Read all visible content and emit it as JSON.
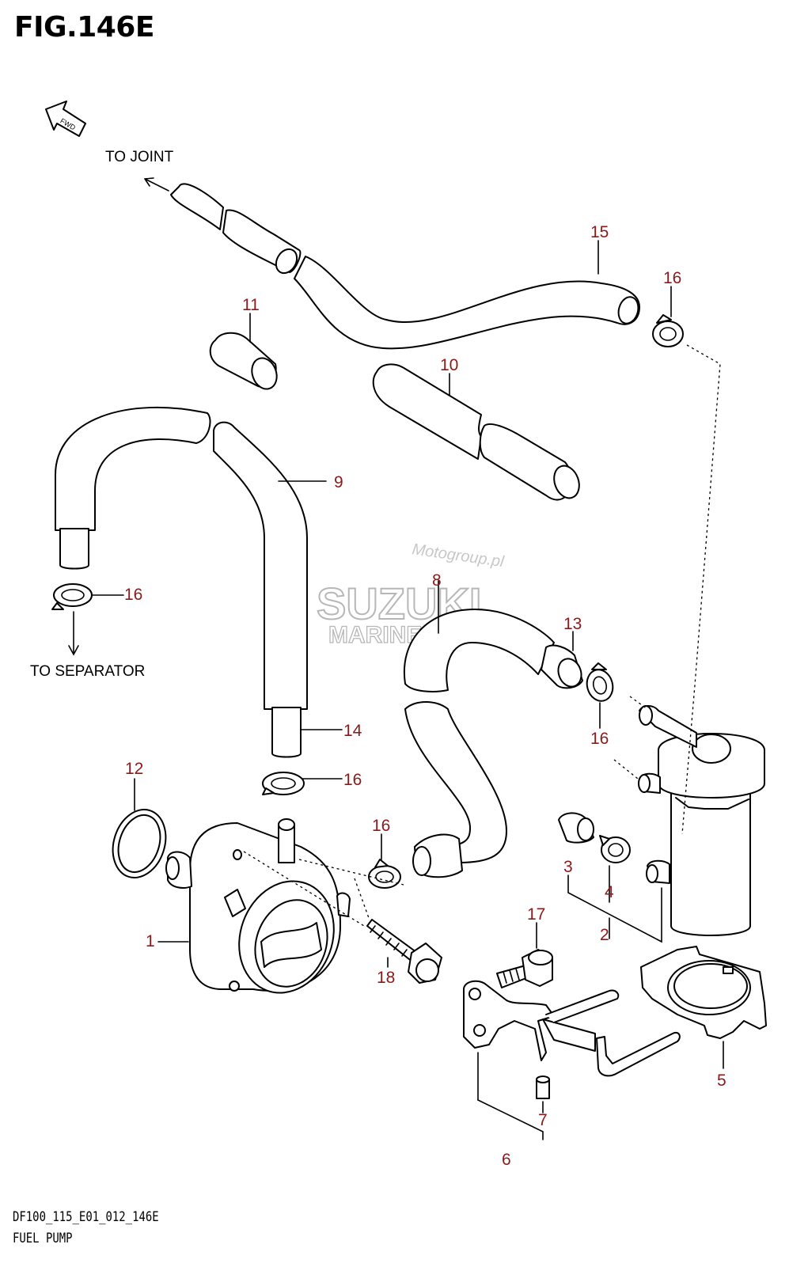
{
  "figure": {
    "title": "FIG.146E",
    "code": "DF100_115_E01_012_146E",
    "name": "FUEL PUMP"
  },
  "flow_labels": {
    "to_joint": "TO JOINT",
    "to_separator": "TO SEPARATOR",
    "fwd": "FWD"
  },
  "watermark": {
    "brand": "SUZUKI",
    "subtitle": "MARINE PARTS",
    "site": "Motogroup.pl"
  },
  "callouts": [
    {
      "id": "c1",
      "text": "1"
    },
    {
      "id": "c2",
      "text": "2"
    },
    {
      "id": "c3",
      "text": "3"
    },
    {
      "id": "c4",
      "text": "4"
    },
    {
      "id": "c5",
      "text": "5"
    },
    {
      "id": "c6",
      "text": "6"
    },
    {
      "id": "c7",
      "text": "7"
    },
    {
      "id": "c8",
      "text": "8"
    },
    {
      "id": "c9",
      "text": "9"
    },
    {
      "id": "c10",
      "text": "10"
    },
    {
      "id": "c11",
      "text": "11"
    },
    {
      "id": "c12",
      "text": "12"
    },
    {
      "id": "c13",
      "text": "13"
    },
    {
      "id": "c14",
      "text": "14"
    },
    {
      "id": "c15",
      "text": "15"
    },
    {
      "id": "c16a",
      "text": "16"
    },
    {
      "id": "c16b",
      "text": "16"
    },
    {
      "id": "c16c",
      "text": "16"
    },
    {
      "id": "c16d",
      "text": "16"
    },
    {
      "id": "c16e",
      "text": "16"
    },
    {
      "id": "c17",
      "text": "17"
    },
    {
      "id": "c18",
      "text": "18"
    }
  ],
  "colors": {
    "callout": "#8b1a1a",
    "line": "#000000",
    "watermark": "#b0b0b0"
  }
}
